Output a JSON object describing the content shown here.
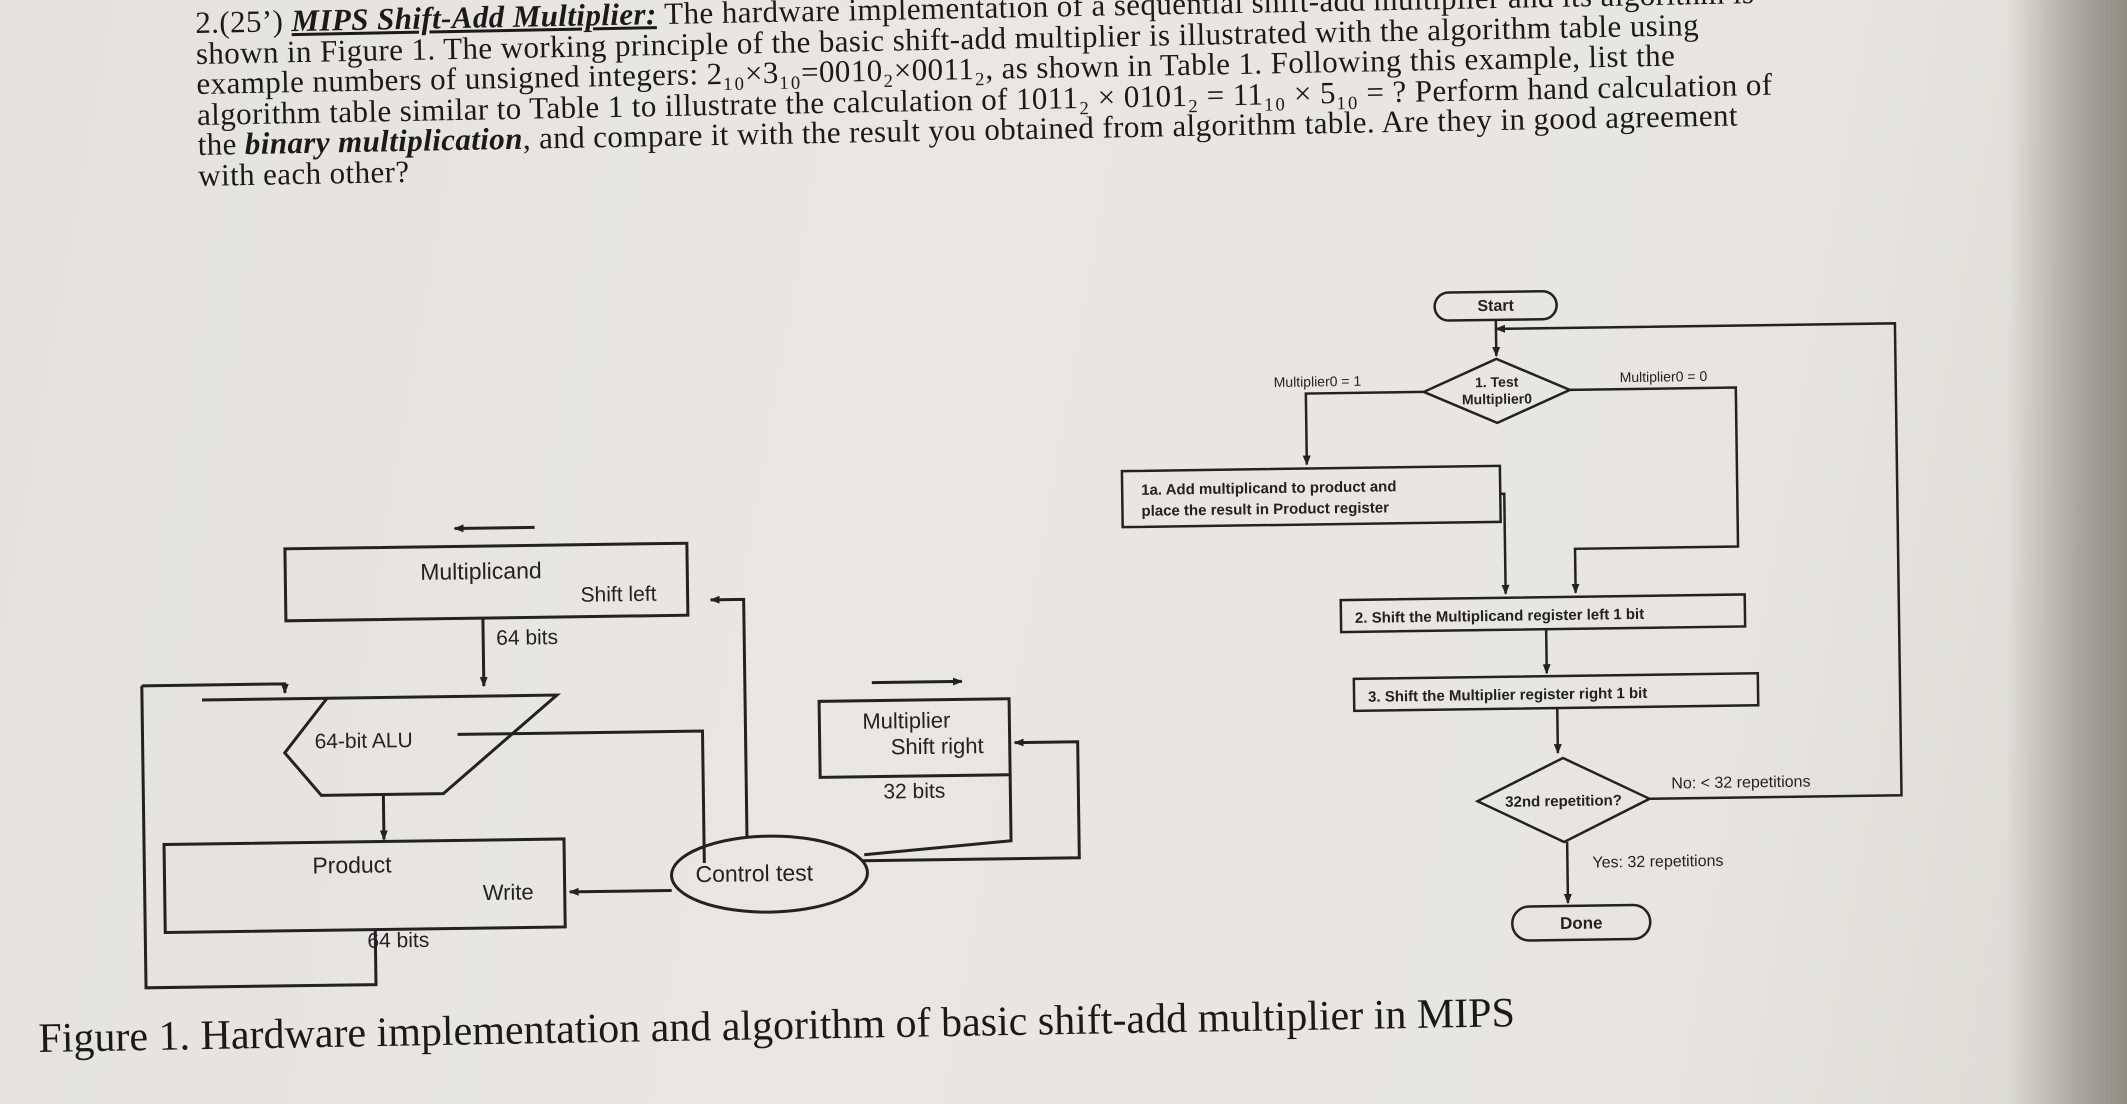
{
  "problem": {
    "number": "2.(25’)",
    "title": "MIPS Shift-Add Multiplier:",
    "text1": " The hardware implementation of a sequential shift-add multiplier and its algorithm is shown in Figure 1. The working principle of the basic shift-add multiplier is illustrated with the algorithm table using example numbers of unsigned integers: 2₁₀×3₁₀=0010₂×0011₂, as shown in Table 1. Following this example, list the algorithm table similar to Table 1 to illustrate the calculation of 1011₂ × 0101₂ = 11₁₀ × 5₁₀ = ? Perform hand calculation of the ",
    "emph": "binary multiplication",
    "text2": ", and compare it with the result you obtained from algorithm table. Are they in good agreement with each other?"
  },
  "hardware": {
    "multiplicand": "Multiplicand",
    "multiplicand_bits": "64 bits",
    "shift_left": "Shift left",
    "alu": "64-bit ALU",
    "product": "Product",
    "product_bits": "64 bits",
    "write": "Write",
    "control": "Control test",
    "multiplier": "Multiplier",
    "shift_right": "Shift right",
    "multiplier_bits": "32 bits"
  },
  "flow": {
    "start": "Start",
    "test_line1": "1. Test",
    "test_line2": "Multiplier0",
    "branch_one": "Multiplier0 = 1",
    "branch_zero": "Multiplier0 = 0",
    "add_line1": "1a. Add multiplicand to product and",
    "add_line2": "place the result in Product register",
    "shift_mcand": "2. Shift the Multiplicand register left 1 bit",
    "shift_mplier": "3. Shift the Multiplier register right 1 bit",
    "rep_question": "32nd repetition?",
    "no_label": "No: < 32 repetitions",
    "yes_label": "Yes: 32 repetitions",
    "done": "Done"
  },
  "caption": "Figure 1. Hardware implementation and algorithm of basic shift-add multiplier in MIPS"
}
